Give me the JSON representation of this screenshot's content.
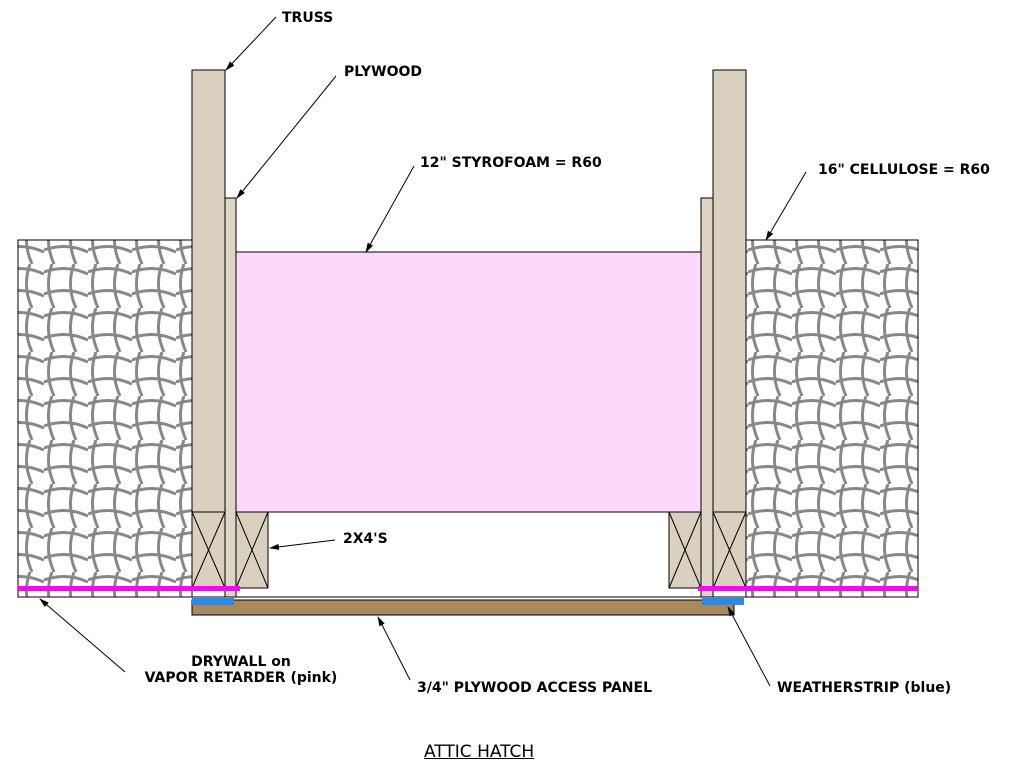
{
  "labels": {
    "truss": "TRUSS",
    "plywood": "PLYWOOD",
    "styrofoam": "12\" STYROFOAM = R60",
    "cellulose": "16\" CELLULOSE = R60",
    "two_by_fours": "2X4'S",
    "drywall_line1": "DRYWALL on",
    "drywall_line2": "VAPOR RETARDER (pink)",
    "access_panel": "3/4\" PLYWOOD ACCESS PANEL",
    "weatherstrip": "WEATHERSTRIP (blue)"
  },
  "title": "ATTIC HATCH",
  "colors": {
    "wood": "#d9d0bf",
    "styrofoam": "#fcd9fc",
    "vapor": "#ff00ff",
    "weatherstrip": "#2b8ae8",
    "panel": "#a8885e",
    "cellulose": "#888888"
  }
}
